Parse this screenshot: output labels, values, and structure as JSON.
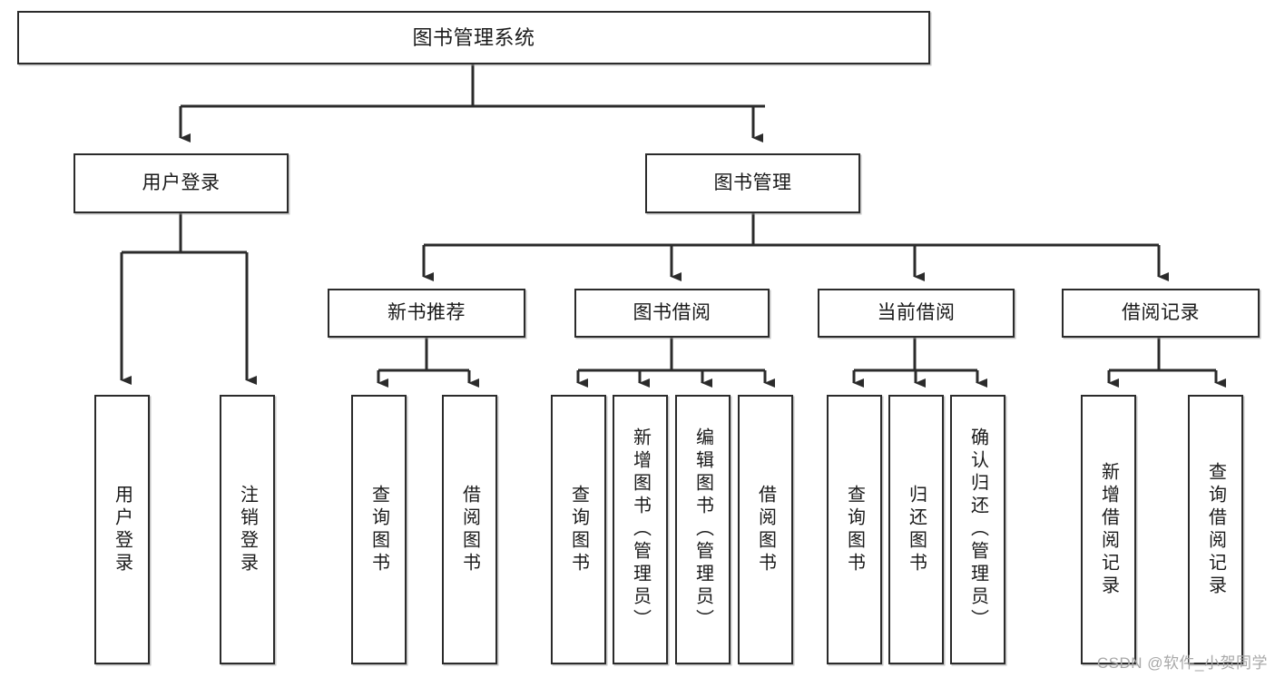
{
  "diagram": {
    "type": "tree-hierarchy",
    "title": "图书管理系统",
    "orientation": "top-down",
    "edge_style": "orthogonal-with-arrowheads",
    "colors": {
      "box_border": "#2b2b2b",
      "box_fill": "#ffffff",
      "edge": "#2b2b2b",
      "text": "#1a1a1a",
      "watermark": "#a8a8a8",
      "background": "#ffffff"
    },
    "levels": [
      {
        "level": 1,
        "nodes": [
          {
            "id": "root",
            "label": "图书管理系统",
            "orientation": "horizontal"
          }
        ]
      },
      {
        "level": 2,
        "nodes": [
          {
            "id": "login",
            "label": "用户登录",
            "orientation": "horizontal",
            "parent": "root"
          },
          {
            "id": "bookmgmt",
            "label": "图书管理",
            "orientation": "horizontal",
            "parent": "root"
          }
        ]
      },
      {
        "level": 3,
        "nodes": [
          {
            "id": "newbook",
            "label": "新书推荐",
            "orientation": "horizontal",
            "parent": "bookmgmt"
          },
          {
            "id": "borrow",
            "label": "图书借阅",
            "orientation": "horizontal",
            "parent": "bookmgmt"
          },
          {
            "id": "current",
            "label": "当前借阅",
            "orientation": "horizontal",
            "parent": "bookmgmt"
          },
          {
            "id": "records",
            "label": "借阅记录",
            "orientation": "horizontal",
            "parent": "bookmgmt"
          }
        ]
      },
      {
        "level": 4,
        "nodes": [
          {
            "id": "leaf1",
            "label": "用户登录",
            "orientation": "vertical",
            "parent": "login"
          },
          {
            "id": "leaf2",
            "label": "注销登录",
            "orientation": "vertical",
            "parent": "login"
          },
          {
            "id": "leaf3",
            "label": "查询图书",
            "orientation": "vertical",
            "parent": "newbook"
          },
          {
            "id": "leaf4",
            "label": "借阅图书",
            "orientation": "vertical",
            "parent": "newbook"
          },
          {
            "id": "leaf5",
            "label": "查询图书",
            "orientation": "vertical",
            "parent": "borrow"
          },
          {
            "id": "leaf6",
            "label": "新增图书（管理员）",
            "orientation": "vertical",
            "parent": "borrow"
          },
          {
            "id": "leaf7",
            "label": "编辑图书（管理员）",
            "orientation": "vertical",
            "parent": "borrow"
          },
          {
            "id": "leaf8",
            "label": "借阅图书",
            "orientation": "vertical",
            "parent": "borrow"
          },
          {
            "id": "leaf9",
            "label": "查询图书",
            "orientation": "vertical",
            "parent": "current"
          },
          {
            "id": "leaf10",
            "label": "归还图书",
            "orientation": "vertical",
            "parent": "current"
          },
          {
            "id": "leaf11",
            "label": "确认归还（管理员）",
            "orientation": "vertical",
            "parent": "current"
          },
          {
            "id": "leaf12",
            "label": "新增借阅记录",
            "orientation": "vertical",
            "parent": "records"
          },
          {
            "id": "leaf13",
            "label": "查询借阅记录",
            "orientation": "vertical",
            "parent": "records"
          }
        ]
      }
    ]
  },
  "watermark": {
    "text": "CSDN @软件_小贺同学"
  }
}
